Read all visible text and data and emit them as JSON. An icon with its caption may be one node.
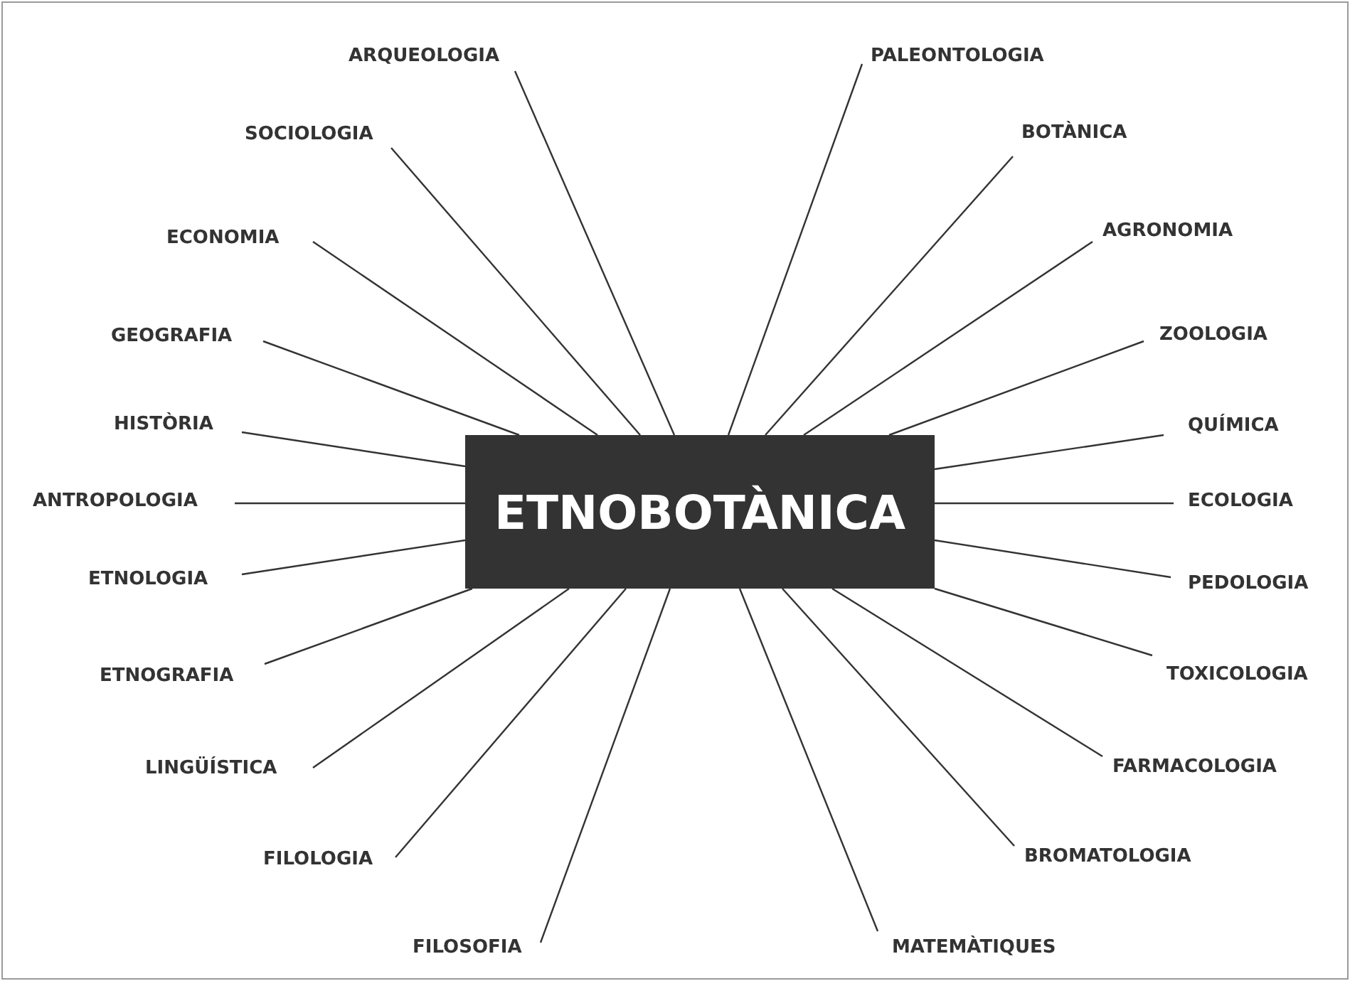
{
  "diagram": {
    "nodes": [
      {
        "text": [
          "ETNOBOTÀNICA"
        ]
      },
      {
        "text": [
          "ARQUEOLOGIA"
        ]
      },
      {
        "text": [
          "PALEONTOLOGIA"
        ]
      },
      {
        "text": [
          "SOCIOLOGIA"
        ]
      },
      {
        "text": [
          "BOTÀNICA"
        ]
      },
      {
        "text": [
          "ECONOMIA"
        ]
      },
      {
        "text": [
          "AGRONOMIA"
        ]
      },
      {
        "text": [
          "GEOGRAFIA"
        ]
      },
      {
        "text": [
          "ZOOLOGIA"
        ]
      },
      {
        "text": [
          "HISTÒRIA"
        ]
      },
      {
        "text": [
          "QUÍMICA"
        ]
      },
      {
        "text": [
          "ANTROPOLOGIA"
        ]
      },
      {
        "text": [
          "ECOLOGIA"
        ]
      },
      {
        "text": [
          "ETNOLOGIA"
        ]
      },
      {
        "text": [
          "PEDOLOGIA"
        ]
      },
      {
        "text": [
          "ETNOGRAFIA"
        ]
      },
      {
        "text": [
          "TOXICOLOGIA"
        ]
      },
      {
        "text": [
          "LINGÜÍSTICA"
        ]
      },
      {
        "text": [
          "FARMACOLOGIA"
        ]
      },
      {
        "text": [
          "FILOLOGIA"
        ]
      },
      {
        "text": [
          "BROMATOLOGIA"
        ]
      },
      {
        "text": [
          "FILOSOFIA"
        ]
      },
      {
        "text": [
          "MATEMÀTIQUES"
        ]
      }
    ],
    "edges": [
      {
        "from": 0,
        "to": 1,
        "arrow": "none"
      },
      {
        "from": 0,
        "to": 2,
        "arrow": "none"
      },
      {
        "from": 0,
        "to": 3,
        "arrow": "none"
      },
      {
        "from": 0,
        "to": 4,
        "arrow": "none"
      },
      {
        "from": 0,
        "to": 5,
        "arrow": "none"
      },
      {
        "from": 0,
        "to": 6,
        "arrow": "none"
      },
      {
        "from": 0,
        "to": 7,
        "arrow": "none"
      },
      {
        "from": 0,
        "to": 8,
        "arrow": "none"
      },
      {
        "from": 0,
        "to": 9,
        "arrow": "none"
      },
      {
        "from": 0,
        "to": 10,
        "arrow": "none"
      },
      {
        "from": 0,
        "to": 11,
        "arrow": "none"
      },
      {
        "from": 0,
        "to": 12,
        "arrow": "none"
      },
      {
        "from": 0,
        "to": 13,
        "arrow": "none"
      },
      {
        "from": 0,
        "to": 14,
        "arrow": "none"
      },
      {
        "from": 0,
        "to": 15,
        "arrow": "none"
      },
      {
        "from": 0,
        "to": 16,
        "arrow": "none"
      },
      {
        "from": 0,
        "to": 17,
        "arrow": "none"
      },
      {
        "from": 0,
        "to": 18,
        "arrow": "none"
      },
      {
        "from": 0,
        "to": 19,
        "arrow": "none"
      },
      {
        "from": 0,
        "to": 20,
        "arrow": "none"
      },
      {
        "from": 0,
        "to": 21,
        "arrow": "none"
      },
      {
        "from": 0,
        "to": 22,
        "arrow": "none"
      }
    ]
  }
}
